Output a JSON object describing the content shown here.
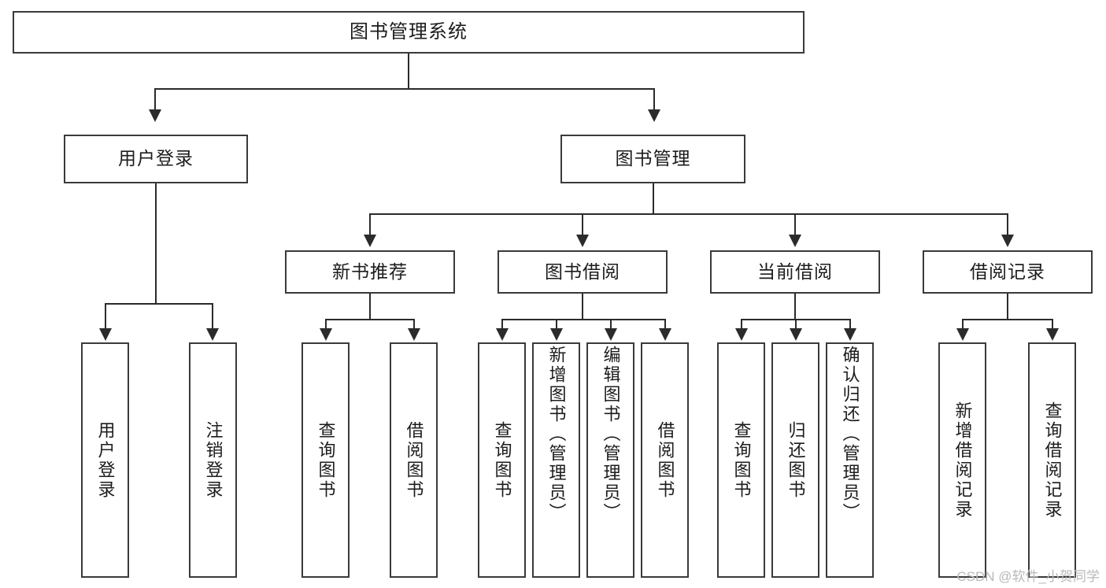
{
  "diagram": {
    "title": "图书管理系统",
    "watermark": "CSDN @软件_小贺同学",
    "nodes": {
      "root": {
        "label": "图书管理系统"
      },
      "level2": [
        {
          "id": "user-login",
          "label": "用户登录"
        },
        {
          "id": "book-manage",
          "label": "图书管理"
        }
      ],
      "level3": [
        {
          "id": "new-book-rec",
          "label": "新书推荐"
        },
        {
          "id": "book-borrow",
          "label": "图书借阅"
        },
        {
          "id": "current-borrow",
          "label": "当前借阅"
        },
        {
          "id": "borrow-record",
          "label": "借阅记录"
        }
      ],
      "leaves": {
        "user_login": [
          {
            "id": "leaf-user-login",
            "label": "用户登录"
          },
          {
            "id": "leaf-logout",
            "label": "注销登录"
          }
        ],
        "new_book_rec": [
          {
            "id": "leaf-query-book-1",
            "label": "查询图书"
          },
          {
            "id": "leaf-borrow-book-1",
            "label": "借阅图书"
          }
        ],
        "book_borrow": [
          {
            "id": "leaf-query-book-2",
            "label": "查询图书"
          },
          {
            "id": "leaf-add-book",
            "label": "新增图书（管理员）"
          },
          {
            "id": "leaf-edit-book",
            "label": "编辑图书（管理员）"
          },
          {
            "id": "leaf-borrow-book-2",
            "label": "借阅图书"
          }
        ],
        "current_borrow": [
          {
            "id": "leaf-query-book-3",
            "label": "查询图书"
          },
          {
            "id": "leaf-return-book",
            "label": "归还图书"
          },
          {
            "id": "leaf-confirm-return",
            "label": "确认归还（管理员）"
          }
        ],
        "borrow_record": [
          {
            "id": "leaf-add-record",
            "label": "新增借阅记录"
          },
          {
            "id": "leaf-query-record",
            "label": "查询借阅记录"
          }
        ]
      }
    },
    "colors": {
      "border": "#3a3a3a",
      "line": "#2b2b2b",
      "text": "#1c1c1c",
      "background": "#ffffff",
      "watermark": "#b9b9b9"
    }
  }
}
